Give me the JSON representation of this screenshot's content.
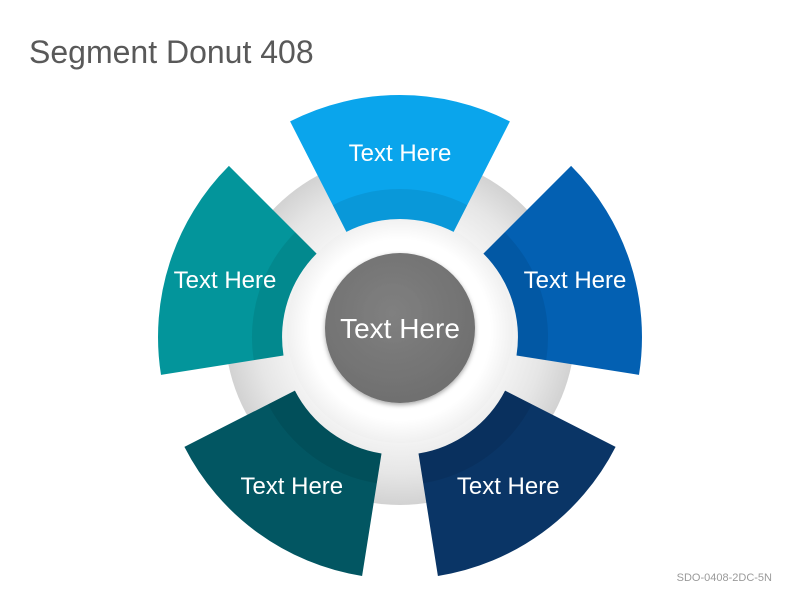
{
  "title": "Segment Donut 408",
  "slide_code": "SDO-0408-2DC-5N",
  "center": {
    "label": "Text Here",
    "color": "#777777"
  },
  "segments": [
    {
      "label": "Text Here",
      "color": "#0AA5EC"
    },
    {
      "label": "Text Here",
      "color": "#0360B2"
    },
    {
      "label": "Text Here",
      "color": "#0A3566"
    },
    {
      "label": "Text Here",
      "color": "#025662"
    },
    {
      "label": "Text Here",
      "color": "#03959B"
    }
  ]
}
